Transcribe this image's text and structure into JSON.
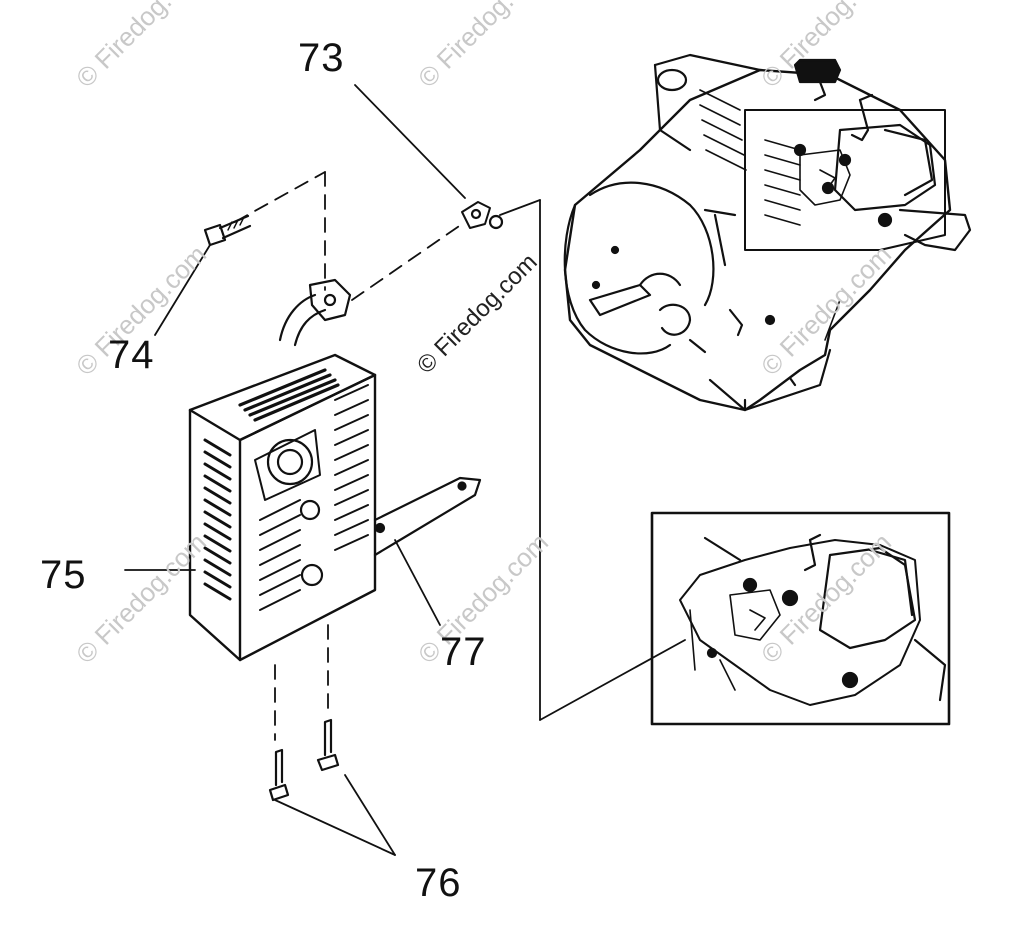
{
  "callouts": {
    "c73": "73",
    "c74": "74",
    "c75": "75",
    "c76": "76",
    "c77": "77"
  },
  "watermark": "© Firedog.com",
  "colors": {
    "ink": "#111111",
    "watermark": "#c8c8c8",
    "background": "#ffffff"
  }
}
